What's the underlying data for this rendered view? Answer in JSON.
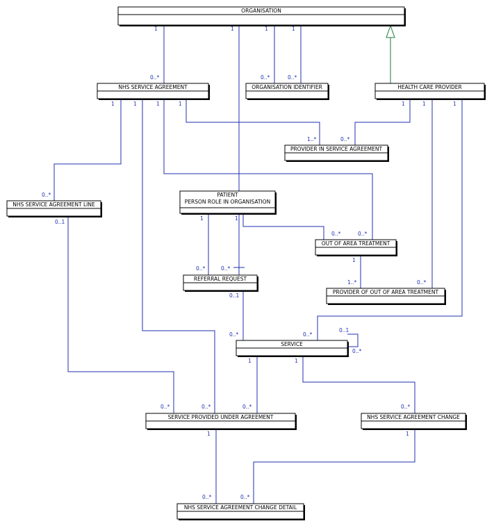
{
  "entities": [
    {
      "id": "organisation",
      "lines": [
        "ORGANISATION"
      ]
    },
    {
      "id": "nhs_service_agreement",
      "lines": [
        "NHS SERVICE AGREEMENT"
      ]
    },
    {
      "id": "organisation_identifier",
      "lines": [
        "ORGANISATION IDENTIFIER"
      ]
    },
    {
      "id": "health_care_provider",
      "lines": [
        "HEALTH CARE PROVIDER"
      ]
    },
    {
      "id": "provider_in_service_agreement",
      "lines": [
        "PROVIDER IN SERVICE AGREEMENT"
      ]
    },
    {
      "id": "nhs_service_agreement_line",
      "lines": [
        "NHS SERVICE AGREEMENT LINE"
      ]
    },
    {
      "id": "patient_person_role",
      "lines": [
        "PATIENT",
        "PERSON ROLE IN ORGANISATION"
      ]
    },
    {
      "id": "out_of_area_treatment",
      "lines": [
        "OUT OF AREA TREATMENT"
      ]
    },
    {
      "id": "referral_request",
      "lines": [
        "REFERRAL REQUEST"
      ]
    },
    {
      "id": "provider_of_out_of_area_treatment",
      "lines": [
        "PROVIDER OF OUT OF AREA TREATMENT"
      ]
    },
    {
      "id": "service",
      "lines": [
        "SERVICE"
      ]
    },
    {
      "id": "service_provided_under_agreement",
      "lines": [
        "SERVICE PROVIDED UNDER AGREEMENT"
      ]
    },
    {
      "id": "nhs_service_agreement_change",
      "lines": [
        "NHS SERVICE AGREEMENT CHANGE"
      ]
    },
    {
      "id": "nhs_service_agreement_change_detail",
      "lines": [
        "NHS SERVICE AGREEMENT CHANGE DETAIL"
      ]
    }
  ],
  "relationships": [
    {
      "id": "org_to_nsa",
      "from": "organisation",
      "to": "nhs_service_agreement",
      "from_mult": "1",
      "to_mult": "0..*"
    },
    {
      "id": "org_to_referral",
      "from": "organisation",
      "to": "referral_request",
      "from_mult": "1",
      "to_mult": "0..*"
    },
    {
      "id": "org_to_orgid_a",
      "from": "organisation",
      "to": "organisation_identifier",
      "from_mult": "1",
      "to_mult": "0..*"
    },
    {
      "id": "org_to_orgid_b",
      "from": "organisation",
      "to": "organisation_identifier",
      "from_mult": "1",
      "to_mult": "0..*"
    },
    {
      "id": "nsa_to_pisa",
      "from": "nhs_service_agreement",
      "to": "provider_in_service_agreement",
      "from_mult": "1",
      "to_mult": "1..*"
    },
    {
      "id": "hcp_to_pisa",
      "from": "health_care_provider",
      "to": "provider_in_service_agreement",
      "from_mult": "1",
      "to_mult": "0..*"
    },
    {
      "id": "nsa_to_nsal",
      "from": "nhs_service_agreement",
      "to": "nhs_service_agreement_line",
      "from_mult": "1",
      "to_mult": "0..*"
    },
    {
      "id": "nsa_to_oat",
      "from": "nhs_service_agreement",
      "to": "out_of_area_treatment",
      "from_mult": "1",
      "to_mult": "0..*"
    },
    {
      "id": "nsa_to_spua",
      "from": "nhs_service_agreement",
      "to": "service_provided_under_agreement",
      "from_mult": "1",
      "to_mult": "0..*"
    },
    {
      "id": "patient_to_oat",
      "from": "patient_person_role",
      "to": "out_of_area_treatment",
      "from_mult": "1",
      "to_mult": "0..*"
    },
    {
      "id": "patient_to_referral",
      "from": "patient_person_role",
      "to": "referral_request",
      "from_mult": "1",
      "to_mult": "0..*"
    },
    {
      "id": "oat_to_poat",
      "from": "out_of_area_treatment",
      "to": "provider_of_out_of_area_treatment",
      "from_mult": "1",
      "to_mult": "1..*"
    },
    {
      "id": "hcp_to_poat",
      "from": "health_care_provider",
      "to": "provider_of_out_of_area_treatment",
      "from_mult": "1",
      "to_mult": "0..*"
    },
    {
      "id": "hcp_to_service",
      "from": "health_care_provider",
      "to": "service",
      "from_mult": "1",
      "to_mult": "0..*"
    },
    {
      "id": "referral_to_service",
      "from": "referral_request",
      "to": "service",
      "from_mult": "0..1",
      "to_mult": "0..*"
    },
    {
      "id": "service_self",
      "from": "service",
      "to": "service",
      "from_mult": "0..1",
      "to_mult": "0..*"
    },
    {
      "id": "nsal_to_spua",
      "from": "nhs_service_agreement_line",
      "to": "service_provided_under_agreement",
      "from_mult": "0..1",
      "to_mult": "0..*"
    },
    {
      "id": "service_to_spua",
      "from": "service",
      "to": "service_provided_under_agreement",
      "from_mult": "1",
      "to_mult": "0..*"
    },
    {
      "id": "service_to_nsac",
      "from": "service",
      "to": "nhs_service_agreement_change",
      "from_mult": "1",
      "to_mult": "0..*"
    },
    {
      "id": "spua_to_nsacd",
      "from": "service_provided_under_agreement",
      "to": "nhs_service_agreement_change_detail",
      "from_mult": "1",
      "to_mult": "0..*"
    },
    {
      "id": "nsac_to_nsacd",
      "from": "nhs_service_agreement_change",
      "to": "nhs_service_agreement_change_detail",
      "from_mult": "1",
      "to_mult": "0..*"
    }
  ],
  "generalizations": [
    {
      "id": "hcp_is_org",
      "child": "health_care_provider",
      "parent": "organisation"
    }
  ],
  "colors": {
    "connector": "#1f2fb0",
    "generalization": "#1f7a3a",
    "box_border": "#000000"
  }
}
